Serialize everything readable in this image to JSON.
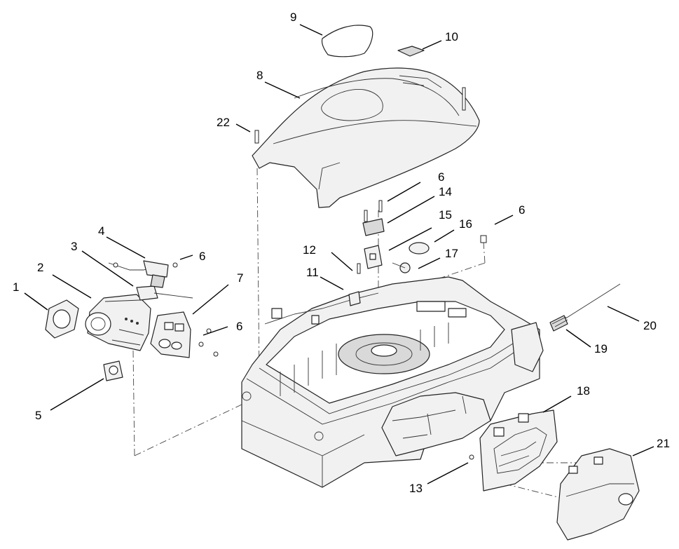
{
  "callouts": [
    {
      "id": "c1",
      "text": "1"
    },
    {
      "id": "c2",
      "text": "2"
    },
    {
      "id": "c3",
      "text": "3"
    },
    {
      "id": "c4",
      "text": "4"
    },
    {
      "id": "c5",
      "text": "5"
    },
    {
      "id": "c6a",
      "text": "6"
    },
    {
      "id": "c6b",
      "text": "6"
    },
    {
      "id": "c6c",
      "text": "6"
    },
    {
      "id": "c6d",
      "text": "6"
    },
    {
      "id": "c7",
      "text": "7"
    },
    {
      "id": "c8",
      "text": "8"
    },
    {
      "id": "c9",
      "text": "9"
    },
    {
      "id": "c10",
      "text": "10"
    },
    {
      "id": "c11",
      "text": "11"
    },
    {
      "id": "c12",
      "text": "12"
    },
    {
      "id": "c13",
      "text": "13"
    },
    {
      "id": "c14",
      "text": "14"
    },
    {
      "id": "c15",
      "text": "15"
    },
    {
      "id": "c16",
      "text": "16"
    },
    {
      "id": "c17",
      "text": "17"
    },
    {
      "id": "c18",
      "text": "18"
    },
    {
      "id": "c19",
      "text": "19"
    },
    {
      "id": "c20",
      "text": "20"
    },
    {
      "id": "c21",
      "text": "21"
    },
    {
      "id": "c22",
      "text": "22"
    }
  ]
}
